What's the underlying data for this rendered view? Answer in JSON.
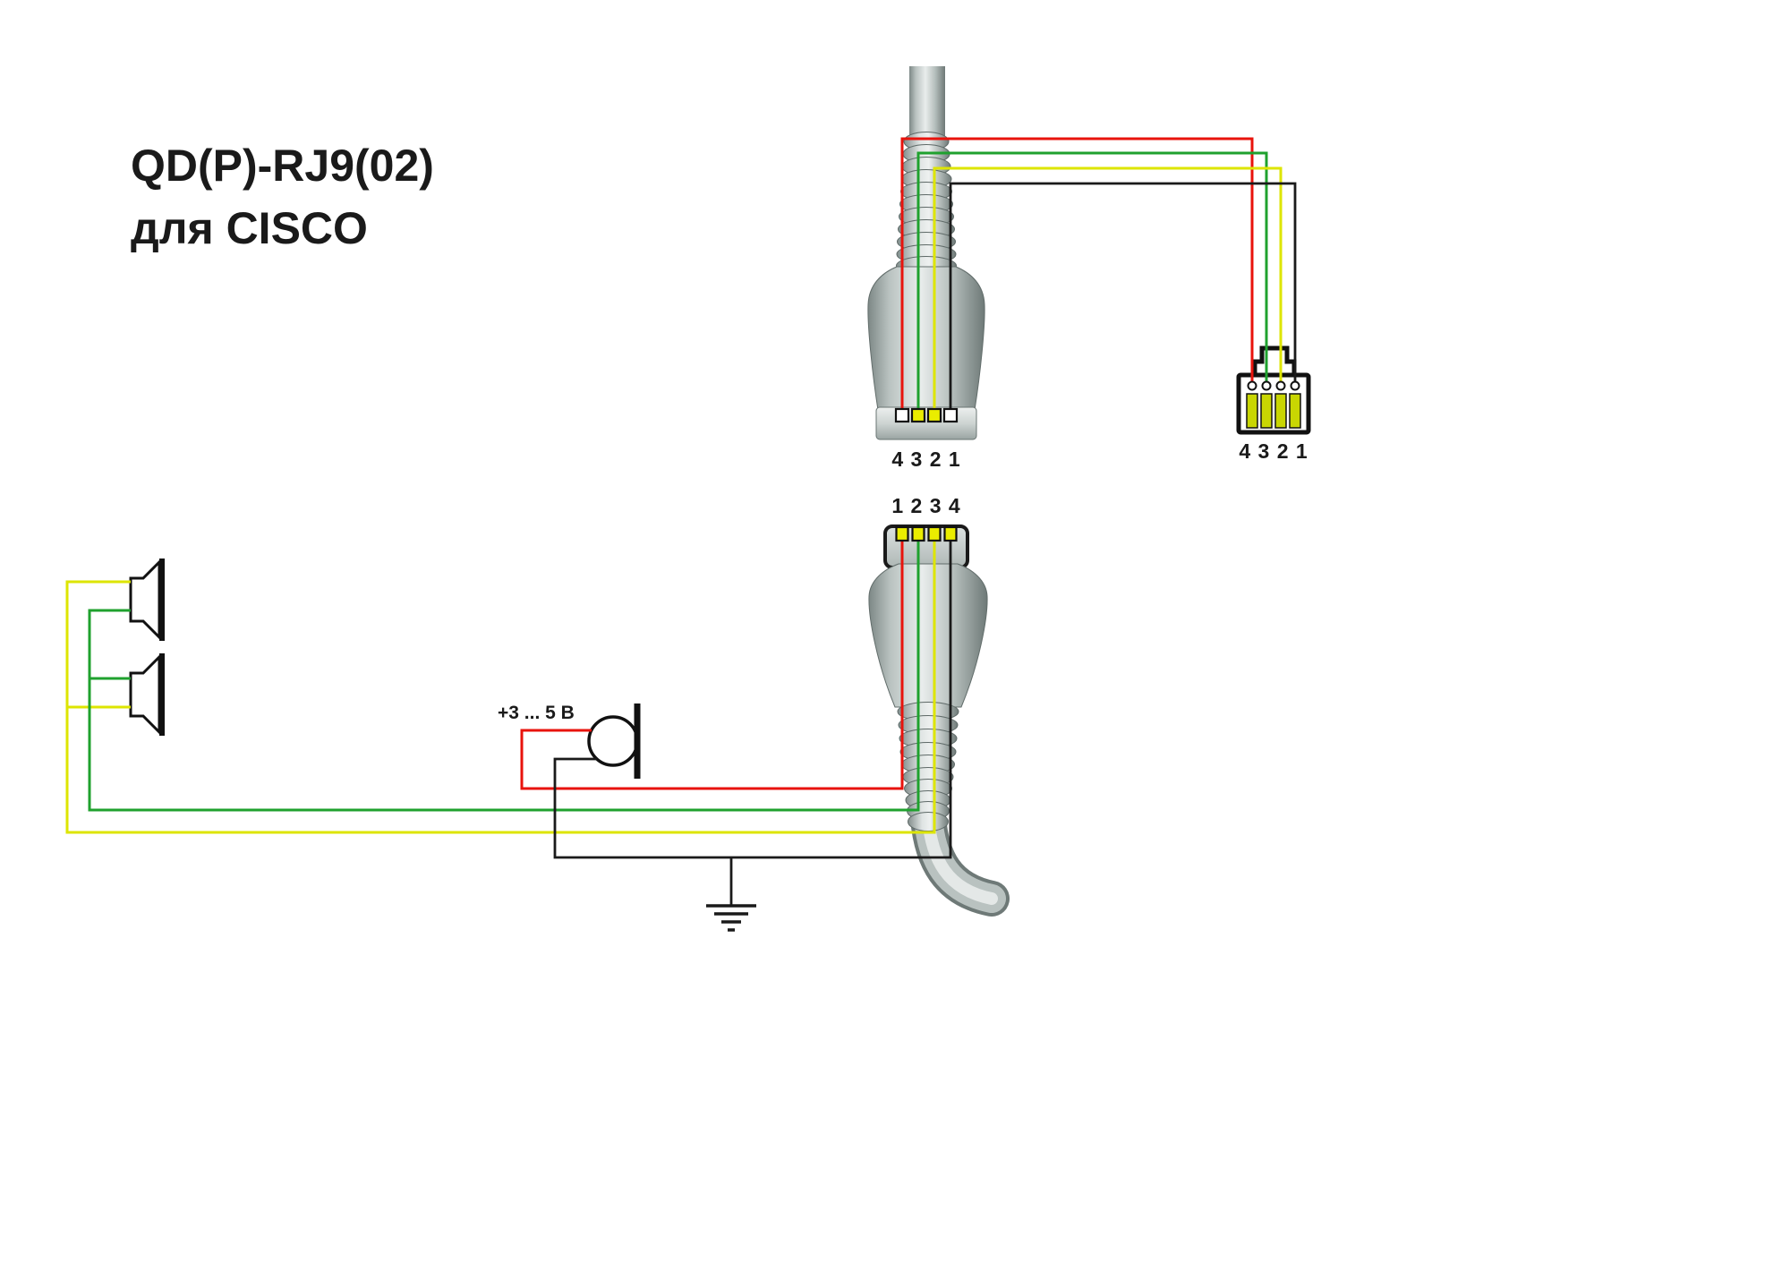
{
  "title": {
    "line1": "QD(P)-RJ9(02)",
    "line2": "для CISCO"
  },
  "labels": {
    "qd_top_pins": "4 3 2 1",
    "qd_bottom_pins": "1 2 3 4",
    "rj9_pins": "4 3 2 1",
    "mic_voltage": "+3 ... 5 В"
  },
  "colors": {
    "wire_red": "#e8130c",
    "wire_green": "#1fa12e",
    "wire_yellow": "#dde500",
    "wire_black": "#1a1a1a",
    "contact_yellow": "#eaed00",
    "rj9_pin_yellow": "#c9d602",
    "text": "#1a1a1a"
  },
  "wiring": [
    {
      "color": "red",
      "qd_headset_pin": "1",
      "qd_cable_pin": "4",
      "rj9_pin": "4",
      "endpoint": "microphone +3 ... 5 В"
    },
    {
      "color": "green",
      "qd_headset_pin": "2",
      "qd_cable_pin": "3",
      "rj9_pin": "3",
      "endpoint": "speakers"
    },
    {
      "color": "yellow",
      "qd_headset_pin": "3",
      "qd_cable_pin": "2",
      "rj9_pin": "2",
      "endpoint": "speakers"
    },
    {
      "color": "black",
      "qd_headset_pin": "4",
      "qd_cable_pin": "1",
      "rj9_pin": "1",
      "endpoint": "microphone / ground"
    }
  ]
}
